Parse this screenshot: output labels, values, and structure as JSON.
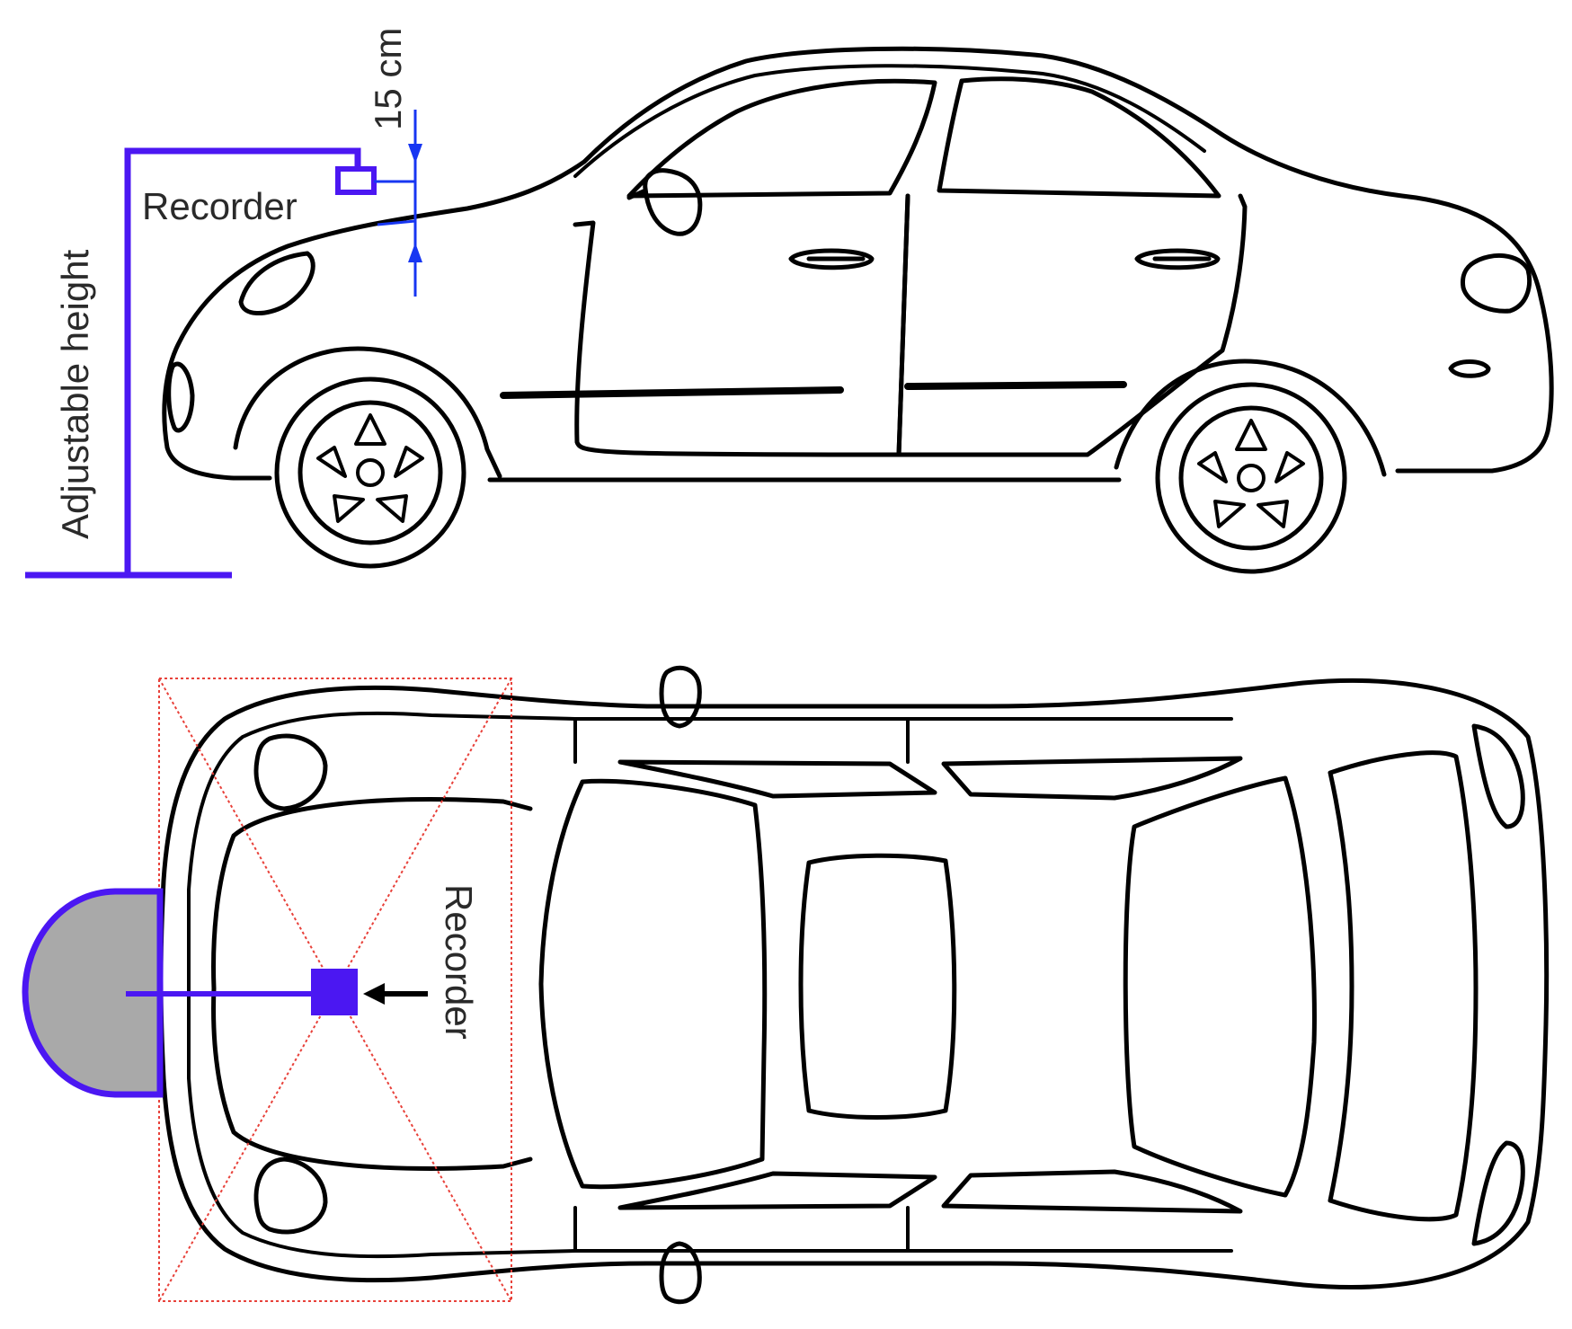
{
  "labels": {
    "side_recorder": "Recorder",
    "dimension": "15 cm",
    "adjustable_height": "Adjustable height",
    "top_recorder": "Recorder"
  },
  "colors": {
    "stand": "#4b17f2",
    "dimension_line": "#1736f2",
    "coverage_zone": "#e8413a",
    "mic_fill": "#a9a9a9",
    "car_outline": "#000000"
  }
}
